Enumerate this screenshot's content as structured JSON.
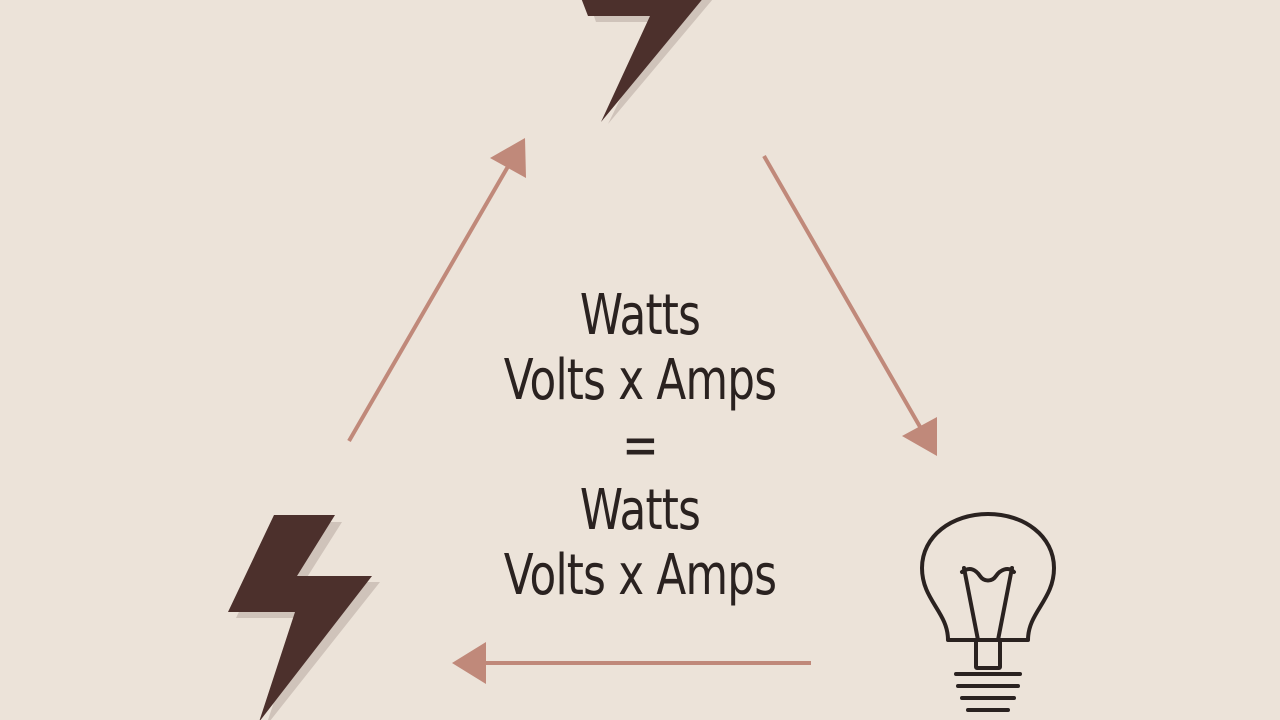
{
  "colors": {
    "background": "#ece3d9",
    "ink": "#2a2220",
    "bolt": "#4c302c",
    "arrow": "#c0897a"
  },
  "formula": {
    "lines": [
      "Watts",
      "Volts x Amps",
      "=",
      "Watts",
      "Volts x Amps"
    ]
  },
  "icons": {
    "top": "lightning-bolt-icon",
    "bottom_left": "lightning-bolt-icon",
    "bottom_right": "light-bulb-icon"
  }
}
